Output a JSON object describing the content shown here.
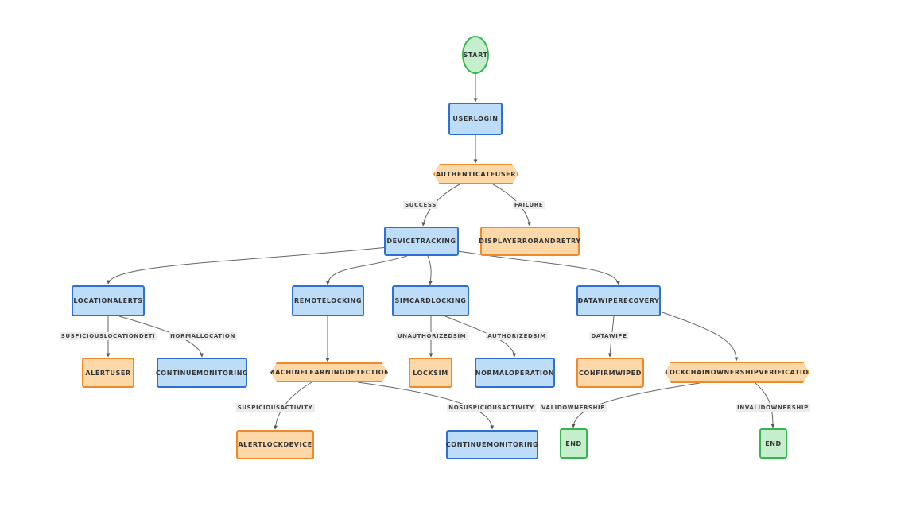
{
  "nodes": {
    "start": "START",
    "user_login": "USERLOGIN",
    "authenticate_user": "AUTHENTICATEUSER",
    "device_tracking": "DEVICETRACKING",
    "display_error": "DISPLAYERRORANDRETRY",
    "location_alerts": "LOCATIONALERTS",
    "remote_locking": "REMOTELOCKING",
    "sim_card_locking": "SIMCARDLOCKING",
    "data_wipe_recovery": "DATAWIPERECOVERY",
    "alert_user": "ALERTUSER",
    "continue_monitoring_1": "CONTINUEMONITORING",
    "ml_detection": "MACHINELEARNINGDETECTION",
    "lock_sim": "LOCKSIM",
    "normal_operation": "NORMALOPERATION",
    "confirm_wiped": "CONFIRMWIPED",
    "blockchain_verification": "BLOCKCHAINOWNERSHIPVERIFICATION",
    "alert_lock_device": "ALERTLOCKDEVICE",
    "continue_monitoring_2": "CONTINUEMONITORING",
    "end_1": "END",
    "end_2": "END"
  },
  "edge_labels": {
    "success": "SUCCESS",
    "failure": "FAILURE",
    "suspicious_location": "SUSPICIOUSLOCATIONDETI",
    "normal_location": "NORMALLOCATION",
    "unauthorized_sim": "UNAUTHORIZEDSIM",
    "authorized_sim": "AUTHORIZEDSIM",
    "data_wipe": "DATAWIPE",
    "suspicious_activity": "SUSPICIOUSACTIVITY",
    "no_suspicious_activity": "NOSUSPICIOUSACTIVITY",
    "valid_ownership": "VALIDOWNERSHIP",
    "invalid_ownership": "INVALIDOWNERSHIP"
  },
  "colors": {
    "process_fill": "#bcdcf8",
    "process_border": "#2f6fd6",
    "terminal_fill": "#fcd8a8",
    "terminal_border": "#ee8a2a",
    "end_fill": "#c5efcc",
    "end_border": "#35b64e",
    "edge": "#666666"
  }
}
